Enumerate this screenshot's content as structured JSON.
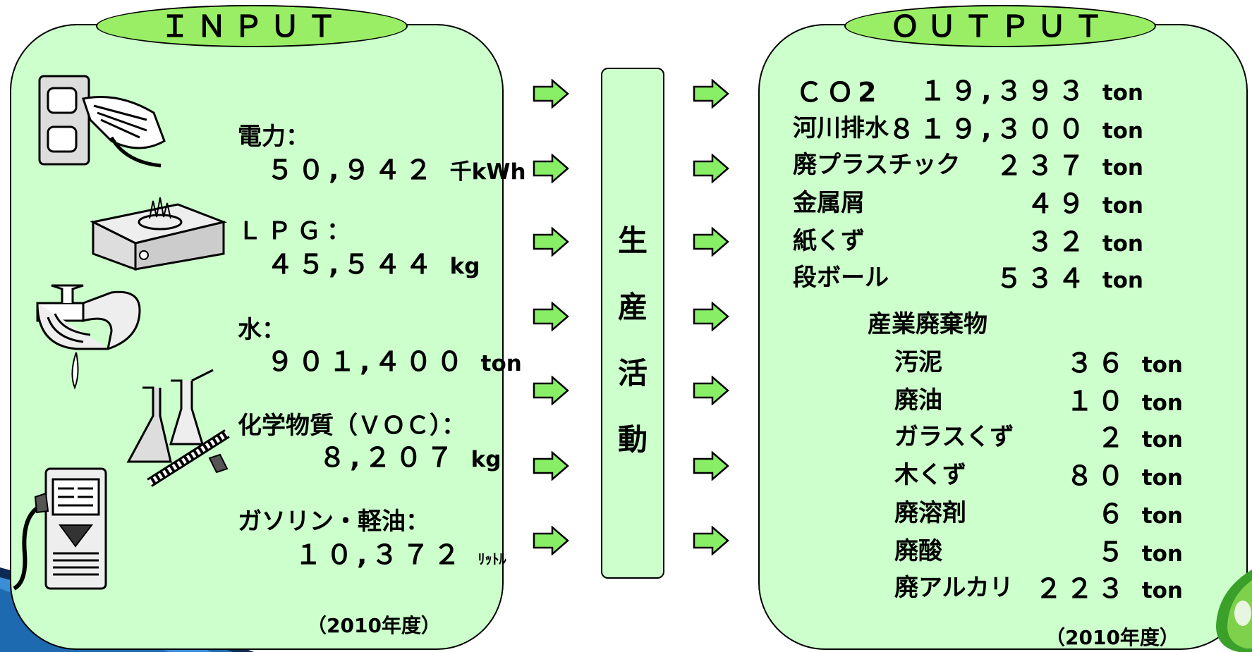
{
  "input": {
    "title": "ＩＮＰＵＴ",
    "items": [
      {
        "label": "電力：",
        "value": "５０,９４２",
        "unit": "千kWh"
      },
      {
        "label": "ＬＰＧ：",
        "value": "４５,５４４",
        "unit": "kg"
      },
      {
        "label": "水：",
        "value": "９０１,４００",
        "unit": "ton"
      },
      {
        "label": "化学物質（ＶＯＣ）：",
        "value": "８,２０７",
        "unit": "kg"
      },
      {
        "label": "ガソリン・軽油：",
        "value": "１０,３７２",
        "unit": "ﾘｯﾄﾙ"
      }
    ],
    "year": "（2010年度）"
  },
  "process": {
    "chars": [
      "生",
      "産",
      "活",
      "動"
    ]
  },
  "output": {
    "title": "ＯＵＴＰＵＴ",
    "items": [
      {
        "label": "ＣＯ2",
        "value": "１９,３９３",
        "unit": "ton"
      },
      {
        "label": "河川排水",
        "value": "８１９,３００",
        "unit": "ton"
      },
      {
        "label": "廃プラスチック",
        "value": "２３７",
        "unit": "ton"
      },
      {
        "label": "金属屑",
        "value": "４９",
        "unit": "ton"
      },
      {
        "label": "紙くず",
        "value": "３２",
        "unit": "ton"
      },
      {
        "label": "段ボール",
        "value": "５３４",
        "unit": "ton"
      }
    ],
    "industrial_waste_title": "産業廃棄物",
    "industrial_waste": [
      {
        "label": "汚泥",
        "value": "３６",
        "unit": "ton"
      },
      {
        "label": "廃油",
        "value": "１０",
        "unit": "ton"
      },
      {
        "label": "ガラスくず",
        "value": "２",
        "unit": "ton"
      },
      {
        "label": "木くず",
        "value": "８０",
        "unit": "ton"
      },
      {
        "label": "廃溶剤",
        "value": "６",
        "unit": "ton"
      },
      {
        "label": "廃酸",
        "value": "５",
        "unit": "ton"
      },
      {
        "label": "廃アルカリ",
        "value": "２２３",
        "unit": "ton"
      }
    ],
    "year": "（2010年度）"
  },
  "icons": [
    "power-plug-icon",
    "gas-stove-icon",
    "water-faucet-icon",
    "chemical-flasks-icon",
    "fuel-pump-icon",
    "leaf-logo-icon"
  ],
  "colors": {
    "panel": "#ccffcc",
    "tab": "#99ee66",
    "arrow": "#88ee66",
    "accent": "#1e6ab0"
  }
}
